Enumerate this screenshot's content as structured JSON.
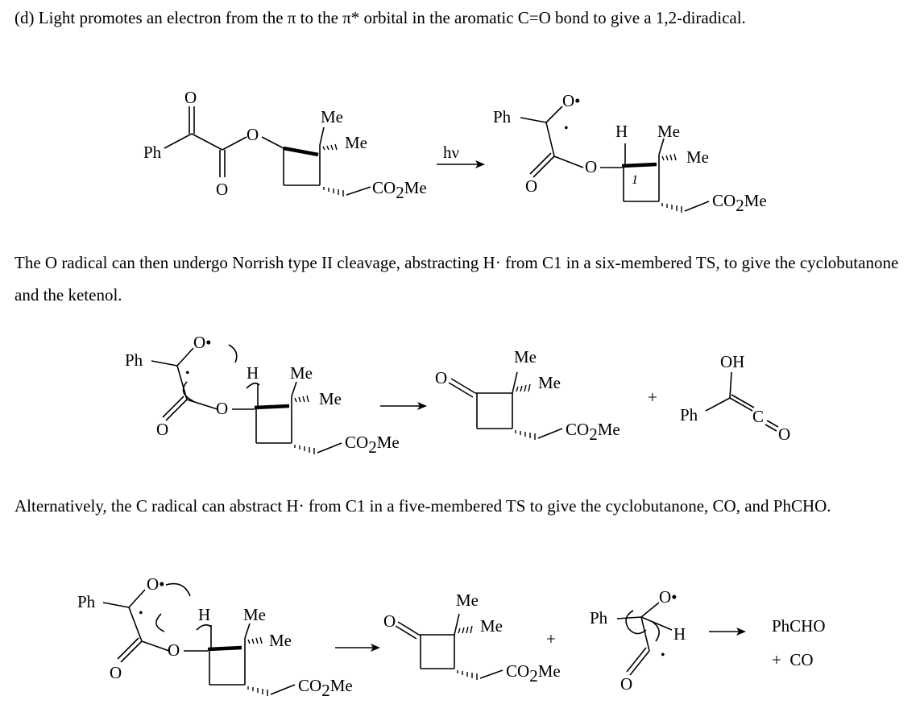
{
  "paragraphs": {
    "p1": "(d) Light promotes an electron from the π to the π* orbital in the aromatic C=O bond to give a 1,2-diradical.",
    "p2": "The O radical can then undergo Norrish type II cleavage, abstracting H· from C1 in a six-membered TS, to give the cyclobutanone and the ketenol.",
    "p3": "Alternatively, the C radical can abstract H· from C1 in a five-membered TS to give the cyclobutanone, CO, and PhCHO."
  },
  "atoms": {
    "ph": "Ph",
    "o": "O",
    "me": "Me",
    "h": "H",
    "co": "CO",
    "two": "2",
    "oh": "OH",
    "c": "C",
    "plus": "+",
    "hv": "hν",
    "c1_label": "1",
    "radical_dot": "•",
    "o_radical": "O•"
  },
  "products": {
    "phcho": "PhCHO",
    "plus_co": "+  CO"
  }
}
